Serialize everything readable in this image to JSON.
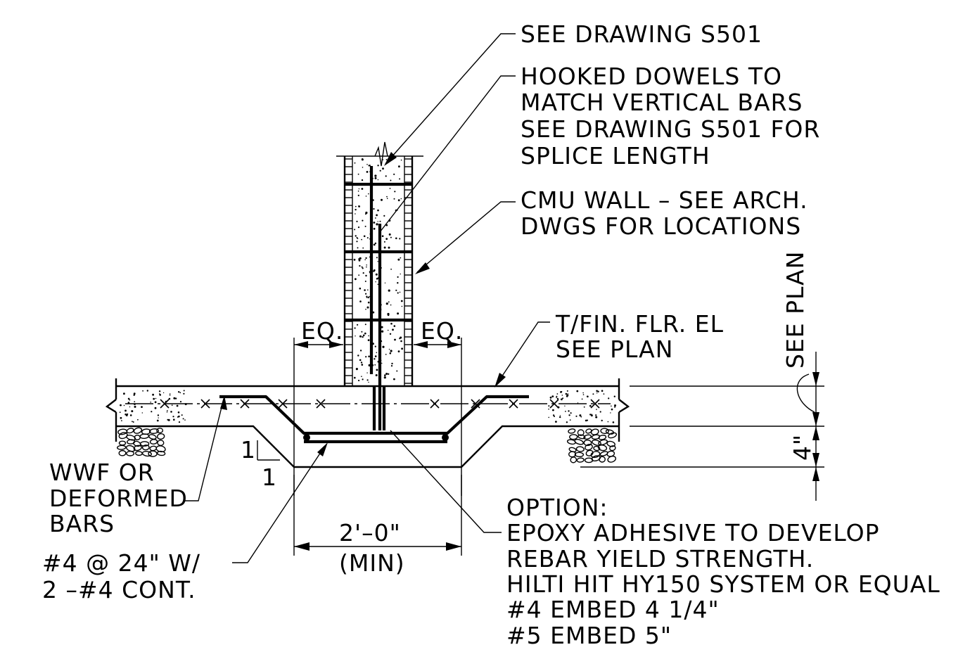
{
  "notes": {
    "see_drawing": "SEE DRAWING S501",
    "hooked_dowels": [
      "HOOKED DOWELS TO",
      "MATCH VERTICAL BARS",
      "SEE DRAWING S501 FOR",
      "SPLICE LENGTH"
    ],
    "cmu_wall": [
      "CMU WALL – SEE ARCH.",
      "DWGS FOR LOCATIONS"
    ],
    "finish_floor": [
      "T/FIN. FLR. EL",
      "SEE PLAN"
    ],
    "wwf": [
      "WWF OR",
      "DEFORMED",
      "BARS"
    ],
    "rebar": [
      "#4 @ 24\" W/",
      "2 –#4 CONT."
    ],
    "option": [
      "OPTION:",
      "EPOXY ADHESIVE TO DEVELOP",
      "REBAR YIELD STRENGTH.",
      "HILTI HIT HY150 SYSTEM OR EQUAL",
      "#4 EMBED 4 1/4\"",
      "#5 EMBED 5\""
    ]
  },
  "dimensions": {
    "eq_left": "EQ.",
    "eq_right": "EQ.",
    "width": "2'–0\"",
    "width_min": "(MIN)",
    "slope_rise": "1",
    "slope_run": "1",
    "depth": "4\"",
    "see_plan_vertical": "SEE PLAN"
  }
}
